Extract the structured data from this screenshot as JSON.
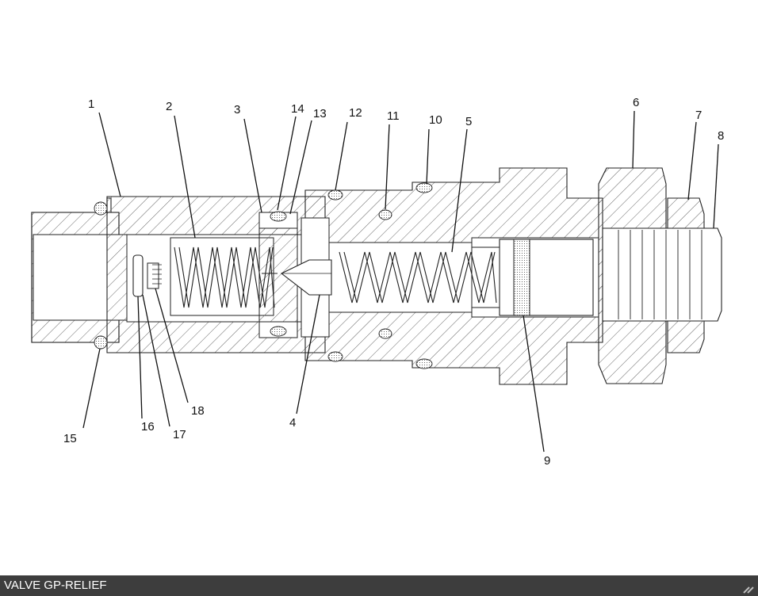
{
  "diagram": {
    "title": "VALVE GP-RELIEF",
    "callouts": [
      {
        "id": "c1",
        "label": "1"
      },
      {
        "id": "c2",
        "label": "2"
      },
      {
        "id": "c3",
        "label": "3"
      },
      {
        "id": "c14",
        "label": "14"
      },
      {
        "id": "c13",
        "label": "13"
      },
      {
        "id": "c12",
        "label": "12"
      },
      {
        "id": "c11",
        "label": "11"
      },
      {
        "id": "c10",
        "label": "10"
      },
      {
        "id": "c5",
        "label": "5"
      },
      {
        "id": "c6",
        "label": "6"
      },
      {
        "id": "c7",
        "label": "7"
      },
      {
        "id": "c8",
        "label": "8"
      },
      {
        "id": "c15",
        "label": "15"
      },
      {
        "id": "c16",
        "label": "16"
      },
      {
        "id": "c17",
        "label": "17"
      },
      {
        "id": "c18",
        "label": "18"
      },
      {
        "id": "c4",
        "label": "4"
      },
      {
        "id": "c9",
        "label": "9"
      }
    ]
  },
  "caption": {
    "text": "VALVE GP-RELIEF",
    "bar_color": "#3d3d3d",
    "text_color": "#ffffff"
  },
  "icons": {
    "resize": "resize-grip-icon"
  }
}
